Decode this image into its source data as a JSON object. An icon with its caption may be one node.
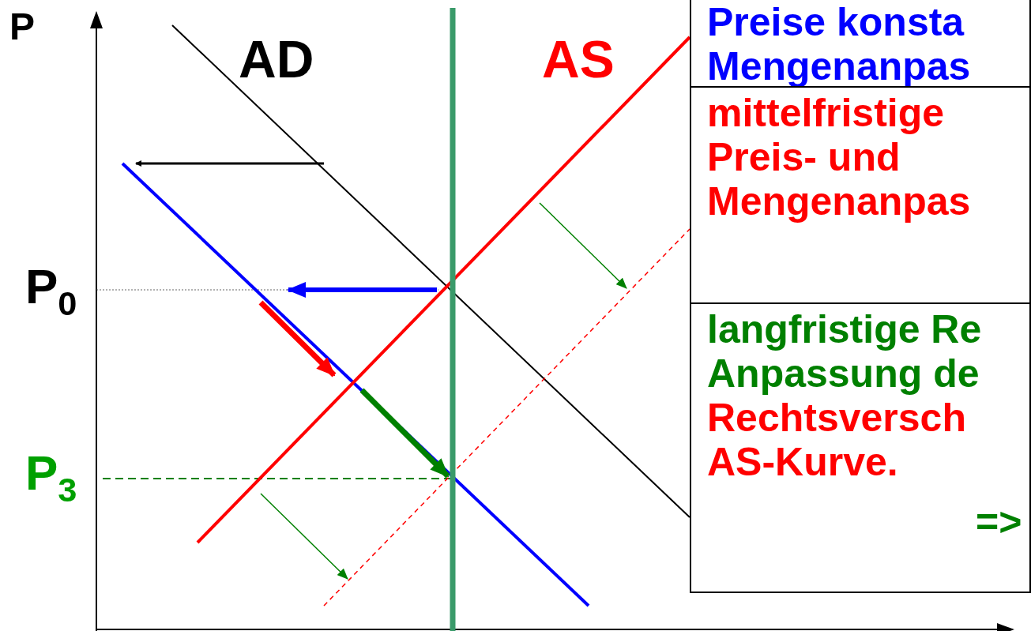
{
  "diagram": {
    "nodes": [
      {
        "text": [
          "Preise konsta Mengenanpas"
        ]
      },
      {
        "text": [
          "mittelfristige Preis- und Mengenanpas"
        ]
      },
      {
        "text": [
          "langfristige Re Anpassung de",
          "Rechtsversch AS-Kurve.",
          "=>"
        ]
      }
    ],
    "labels": [
      "P",
      "AD",
      "AS",
      "P$_{0}$",
      "P$_{3}$"
    ]
  }
}
